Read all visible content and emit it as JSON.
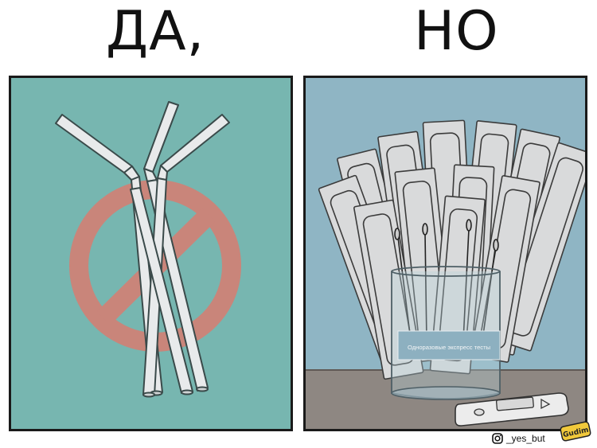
{
  "header": {
    "left_title": "ДА,",
    "right_title": "НО"
  },
  "left_panel": {
    "background": "#77b6b0",
    "prohibition_sign_color": "#c9857a",
    "straw_color": "#e8eaeb"
  },
  "right_panel": {
    "background": "#8fb5c4",
    "table_color": "#8e8782",
    "jar_label": "Одноразовые экспресс тесты",
    "jar_label_color": "#8db0c0"
  },
  "footer": {
    "instagram_icon": "instagram-icon",
    "credit": "_yes_but",
    "watermark": "Gudim"
  }
}
